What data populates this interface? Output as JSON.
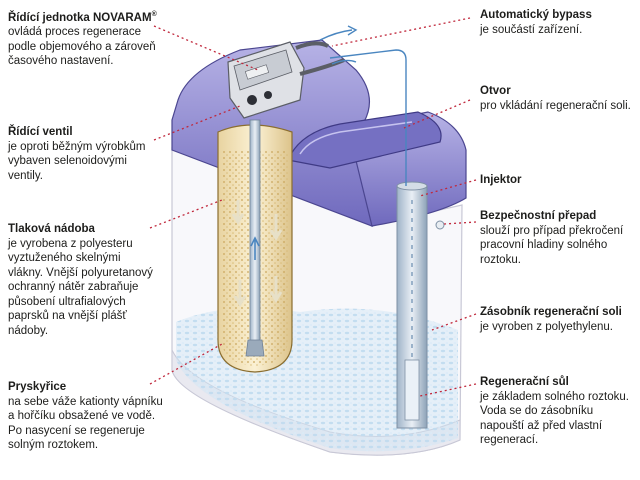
{
  "colors": {
    "lid": "#8f8ad0",
    "lid_dark": "#5c57a8",
    "callout": "#c0283c",
    "resin": "#f1e2b4",
    "salt": "#cfe4f4",
    "water_line": "#4a86c0"
  },
  "callouts": {
    "ridici_jednotka": {
      "title": "Řídící jednotka NOVARAM",
      "title_mark": "®",
      "desc": "ovládá proces regenerace\npodle objemového a zároveň\nčasového nastavení."
    },
    "ridici_ventil": {
      "title": "Řídící ventil",
      "desc": "je oproti běžným výrobkům\nvybaven selenoidovými\nventily."
    },
    "tlakova_nadoba": {
      "title": "Tlaková nádoba",
      "desc": "je vyrobena z polyesteru\nvyztuženého skelnými\nvlákny. Vnější polyuretanový\nochranný nátěr zabraňuje\npůsobení ultrafialových\npaprsků na vnější plášť\nnádoby."
    },
    "pryskyrice": {
      "title": "Pryskyřice",
      "desc": "na sebe váže kationty vápníku\na hořčíku obsažené ve vodě.\nPo nasycení se regeneruje\nsolným roztokem."
    },
    "automaticky_bypass": {
      "title": "Automatický bypass",
      "desc": "je součástí zařízení."
    },
    "otvor": {
      "title": "Otvor",
      "desc": "pro vkládání regenerační soli."
    },
    "injektor": {
      "title": "Injektor",
      "desc": ""
    },
    "bezpecnostni_prepad": {
      "title": "Bezpečnostní přepad",
      "desc": "slouží pro případ překročení\npracovní hladiny solného\nroztoku."
    },
    "zasobnik": {
      "title": "Zásobník regenerační soli",
      "desc": "je vyroben z polyethylenu."
    },
    "regeneracni_sul": {
      "title": "Regenerační sůl",
      "desc": "je základem solného roztoku.\nVoda se do zásobníku\nnapouští až před vlastní\nregenerací."
    }
  }
}
